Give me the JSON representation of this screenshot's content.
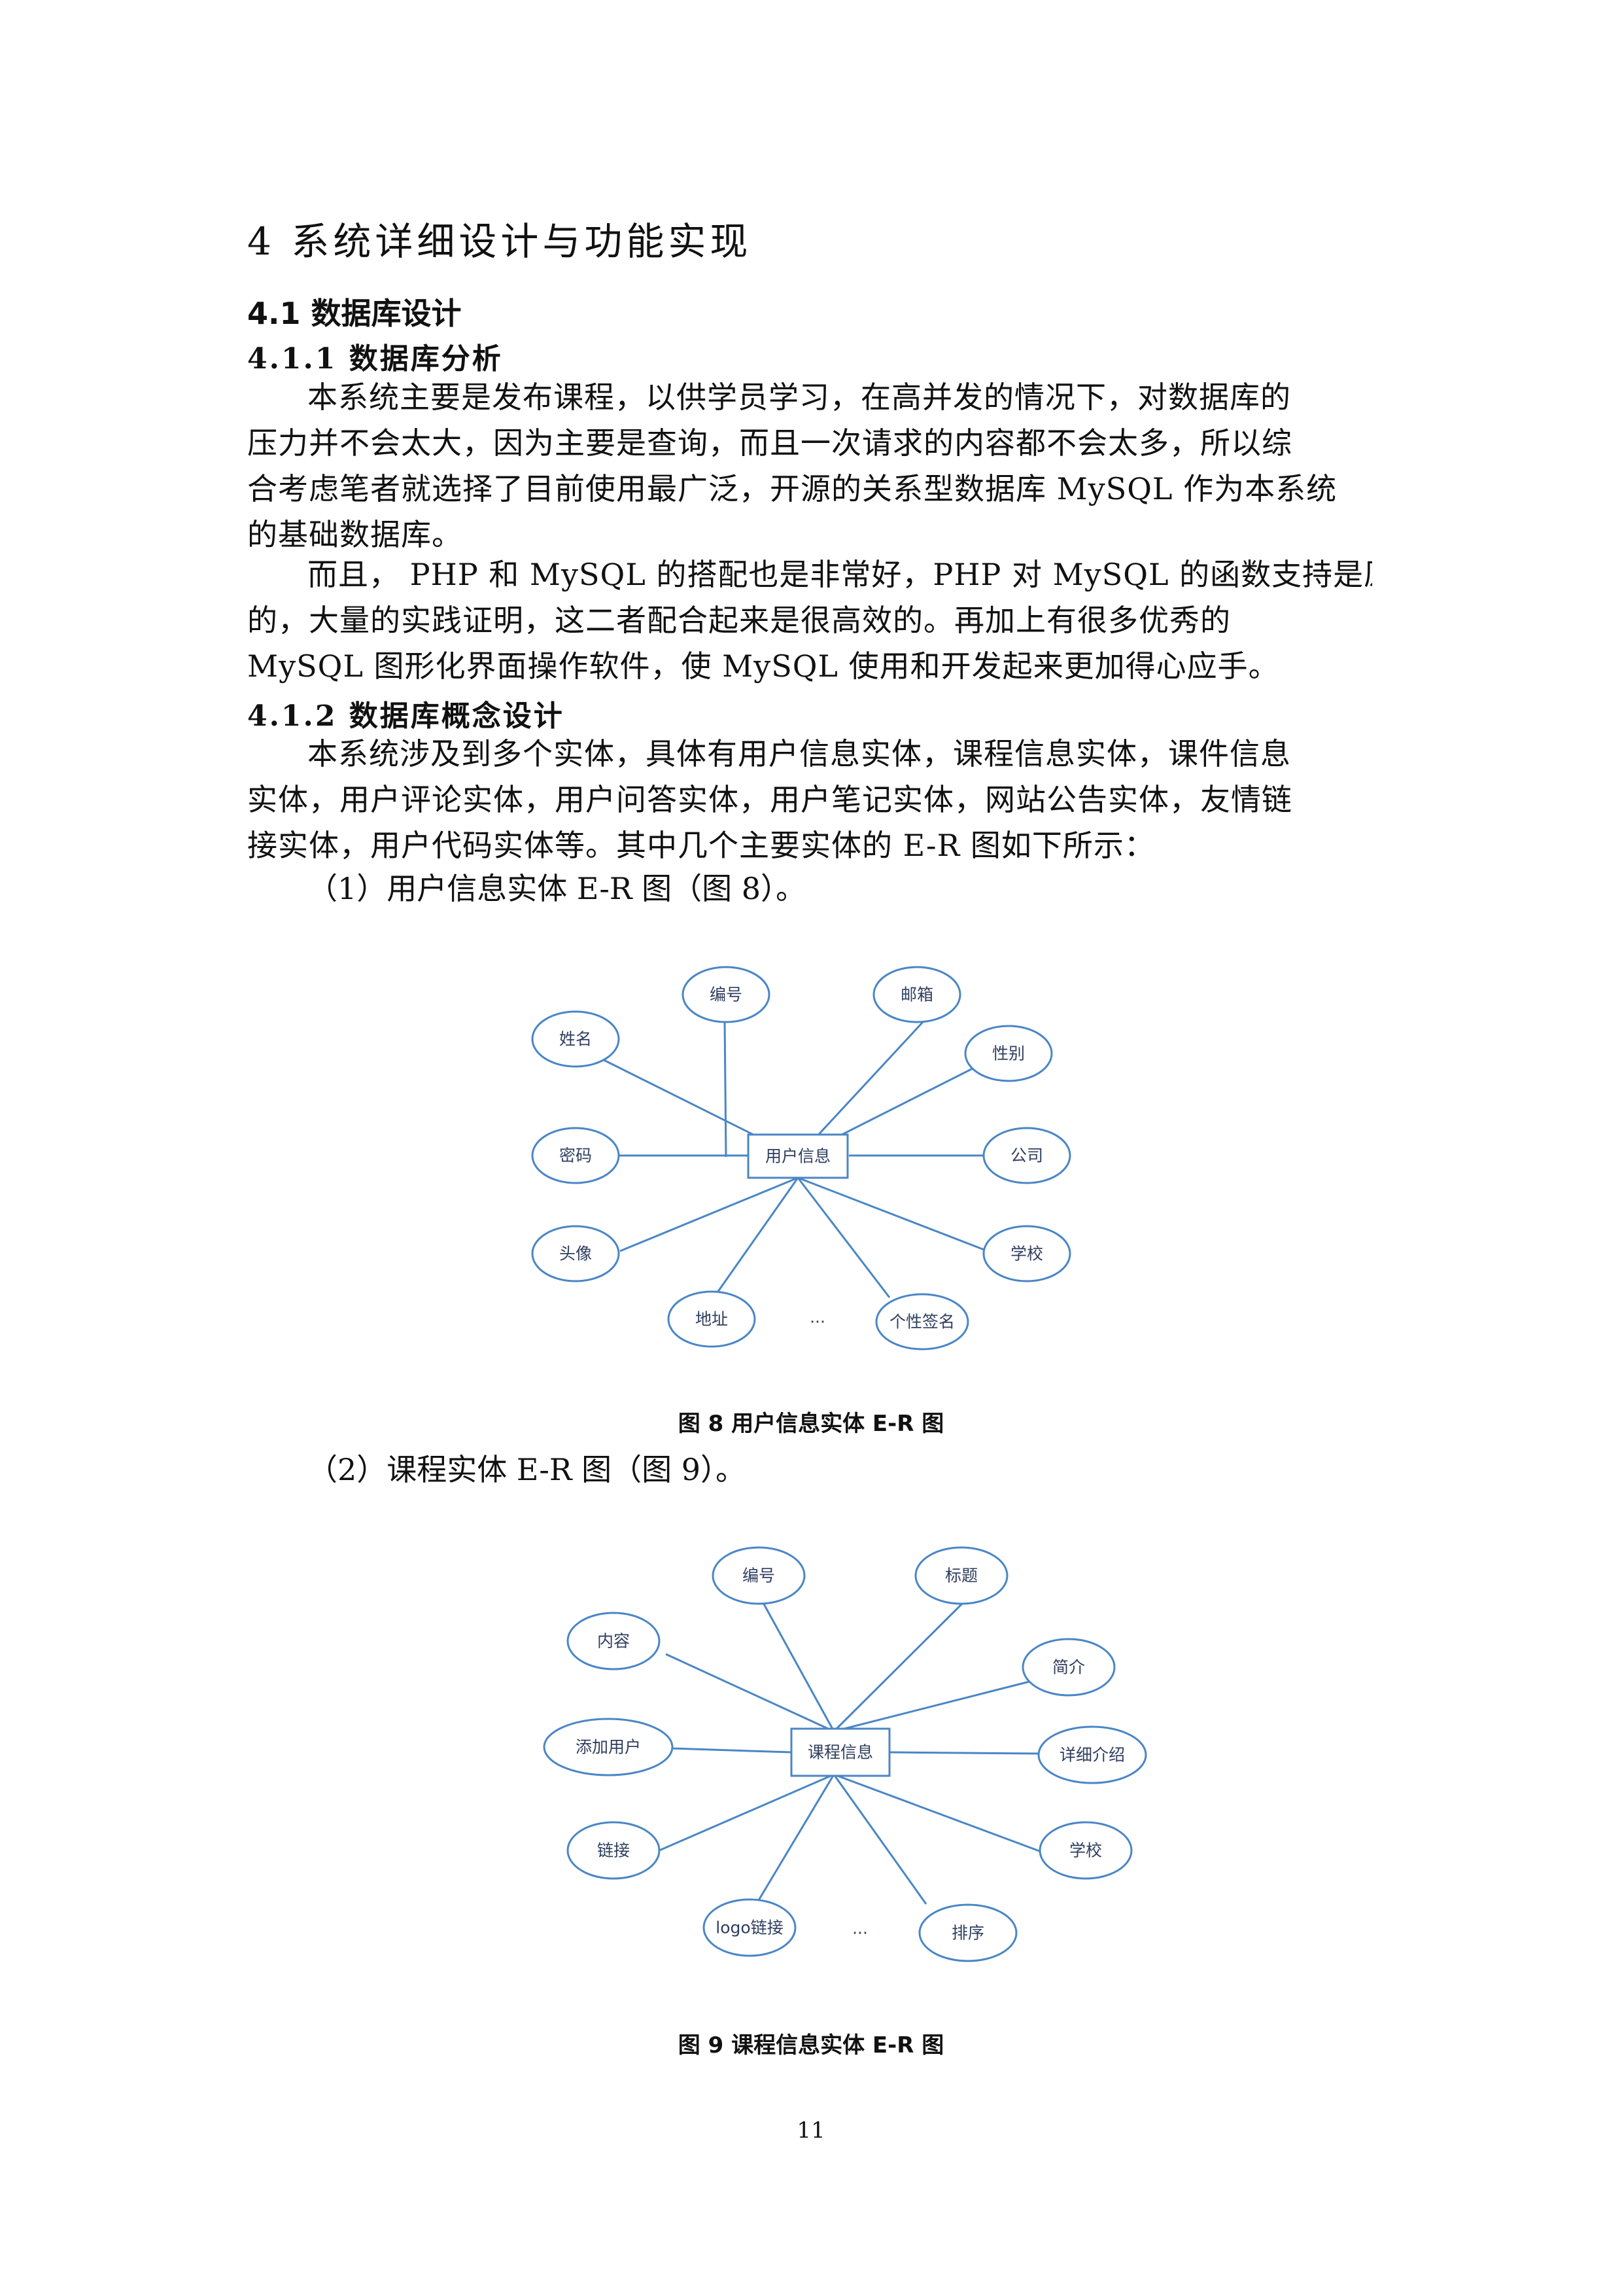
{
  "section": {
    "title": "4 系统详细设计与功能实现"
  },
  "subsection": {
    "title": "4.1 数据库设计"
  },
  "sub411": {
    "title": "4.1.1 数据库分析",
    "para1": [
      "本系统主要是发布课程，以供学员学习，在高并发的情况下，对数据库的",
      "压力并不会太大，因为主要是查询，而且一次请求的内容都不会太多，所以综",
      "合考虑笔者就选择了目前使用最广泛，开源的关系型数据库 MySQL 作为本系统",
      "的基础数据库。"
    ],
    "para2": [
      "而且， PHP 和 MySQL 的搭配也是非常好，PHP 对 MySQL 的函数支持是原生",
      "的，大量的实践证明，这二者配合起来是很高效的。再加上有很多优秀的",
      "MySQL 图形化界面操作软件，使 MySQL 使用和开发起来更加得心应手。"
    ]
  },
  "sub412": {
    "title": "4.1.2 数据库概念设计",
    "para": [
      "本系统涉及到多个实体，具体有用户信息实体，课程信息实体，课件信息",
      "实体，用户评论实体，用户问答实体，用户笔记实体，网站公告实体，友情链",
      "接实体，用户代码实体等。其中几个主要实体的 E-R 图如下所示："
    ]
  },
  "item1": "（1）用户信息实体 E-R 图（图 8）。",
  "item2": "（2）课程实体 E-R 图（图 9）。",
  "fig8": {
    "entity": "用户信息",
    "attributes": [
      "编号",
      "邮箱",
      "姓名",
      "性别",
      "密码",
      "公司",
      "头像",
      "学校",
      "地址",
      "个性签名"
    ],
    "ellipsis": "···",
    "caption": "图 8 用户信息实体 E-R 图"
  },
  "fig9": {
    "entity": "课程信息",
    "attributes": [
      "编号",
      "标题",
      "内容",
      "简介",
      "添加用户",
      "详细介绍",
      "链接",
      "学校",
      "logo链接",
      "排序"
    ],
    "ellipsis": "···",
    "caption": "图 9 课程信息实体 E-R 图"
  },
  "page_number": "11",
  "colors": {
    "diagram_stroke": "#4a86c6",
    "diagram_text": "#2f3e5f"
  }
}
